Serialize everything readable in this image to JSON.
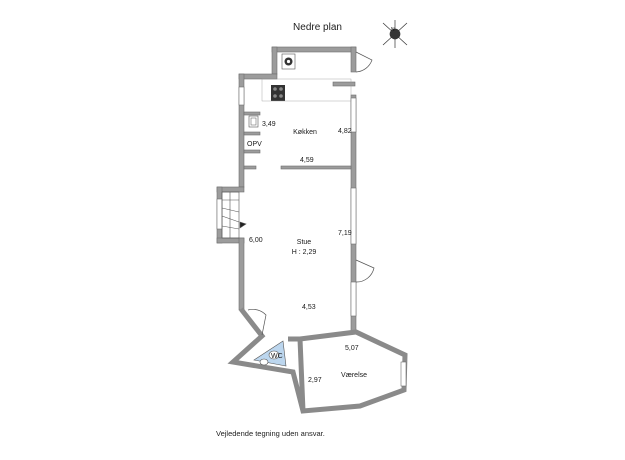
{
  "title": "Nedre plan",
  "compass": {
    "label": "N"
  },
  "rooms": {
    "kitchen": {
      "name": "Køkken",
      "length": "4,59",
      "width": "4,82"
    },
    "living": {
      "name": "Stue",
      "height": "H : 2,29",
      "width_top": "7,19",
      "depth": "6,00",
      "length_bottom": "4,53"
    },
    "bedroom": {
      "name": "Værelse",
      "length": "5,07",
      "width": "2,97"
    },
    "wc": {
      "name": "WC"
    },
    "opv": {
      "name": "OPV",
      "width": "3,49"
    }
  },
  "disclaimer": "Vejledende tegning uden ansvar.",
  "colors": {
    "wall": "#9c9c9c",
    "wall_stroke": "#6e6e6e",
    "wc_fill": "#bcd6ee"
  }
}
